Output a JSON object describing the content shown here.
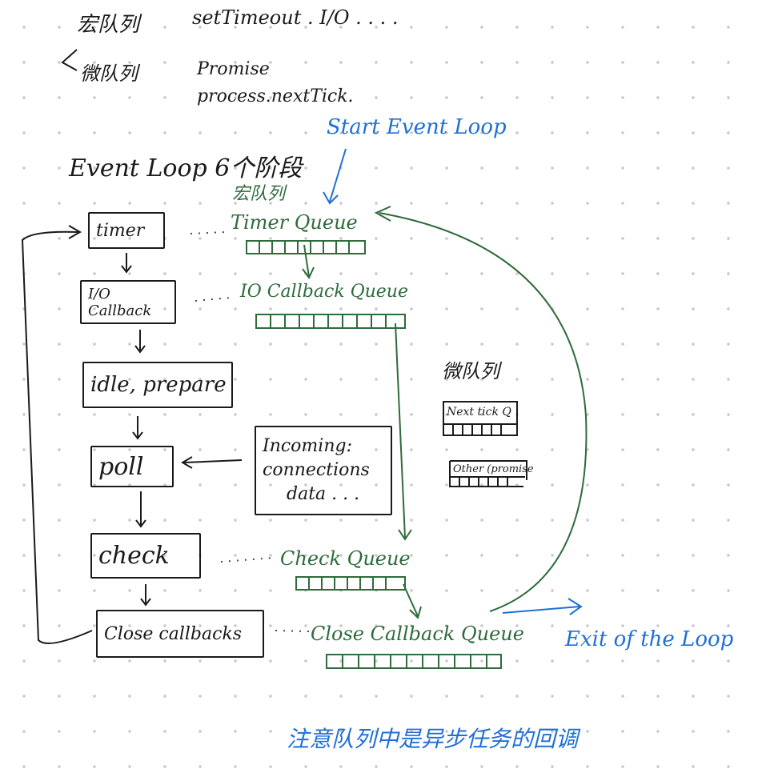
{
  "notes": {
    "macro_label": "宏队列",
    "macro_items": "setTimeout . I/O . . . .",
    "micro_label": "微队列",
    "micro_items_1": "Promise",
    "micro_items_2": "process.nextTick."
  },
  "start_label": "Start Event Loop",
  "phases_title": "Event Loop 6个阶段",
  "macro_queue_label": "宏队列",
  "phases": [
    {
      "label": "timer"
    },
    {
      "label": "I/O Callback"
    },
    {
      "label": "idle, prepare"
    },
    {
      "label": "poll"
    },
    {
      "label": "check"
    },
    {
      "label": "Close callbacks"
    }
  ],
  "incoming": {
    "line1": "Incoming:",
    "line2": "connections",
    "line3": "data . . ."
  },
  "queues": {
    "timer": "Timer Queue",
    "io": "IO Callback Queue",
    "check": "Check Queue",
    "close": "Close Callback Queue"
  },
  "micro_panel": {
    "title": "微队列",
    "next_tick": "Next tick Q",
    "other": "Other (promise"
  },
  "exit_label": "Exit of the Loop",
  "footer_note": "注意队列中是异步任务的回调",
  "colors": {
    "ink": "#1a1a1a",
    "green": "#2f6b3b",
    "blue": "#1f6fd6"
  }
}
